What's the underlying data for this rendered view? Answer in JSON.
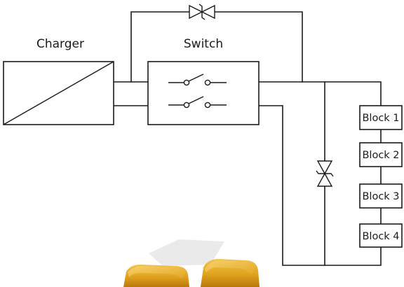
{
  "labels": {
    "charger": "Charger",
    "switch": "Switch"
  },
  "blocks": [
    "Block 1",
    "Block 2",
    "Block 3",
    "Block 4"
  ],
  "components": {
    "top_bypass": "bidirectional-tvs-diode",
    "parallel_protector": "bidirectional-tvs-diode",
    "switch_contacts": "double-pole-switch",
    "charger": "converter-box"
  },
  "colors": {
    "line": "#1a1a1a",
    "background": "#ffffff",
    "photo_gold": "#e0a21e"
  }
}
